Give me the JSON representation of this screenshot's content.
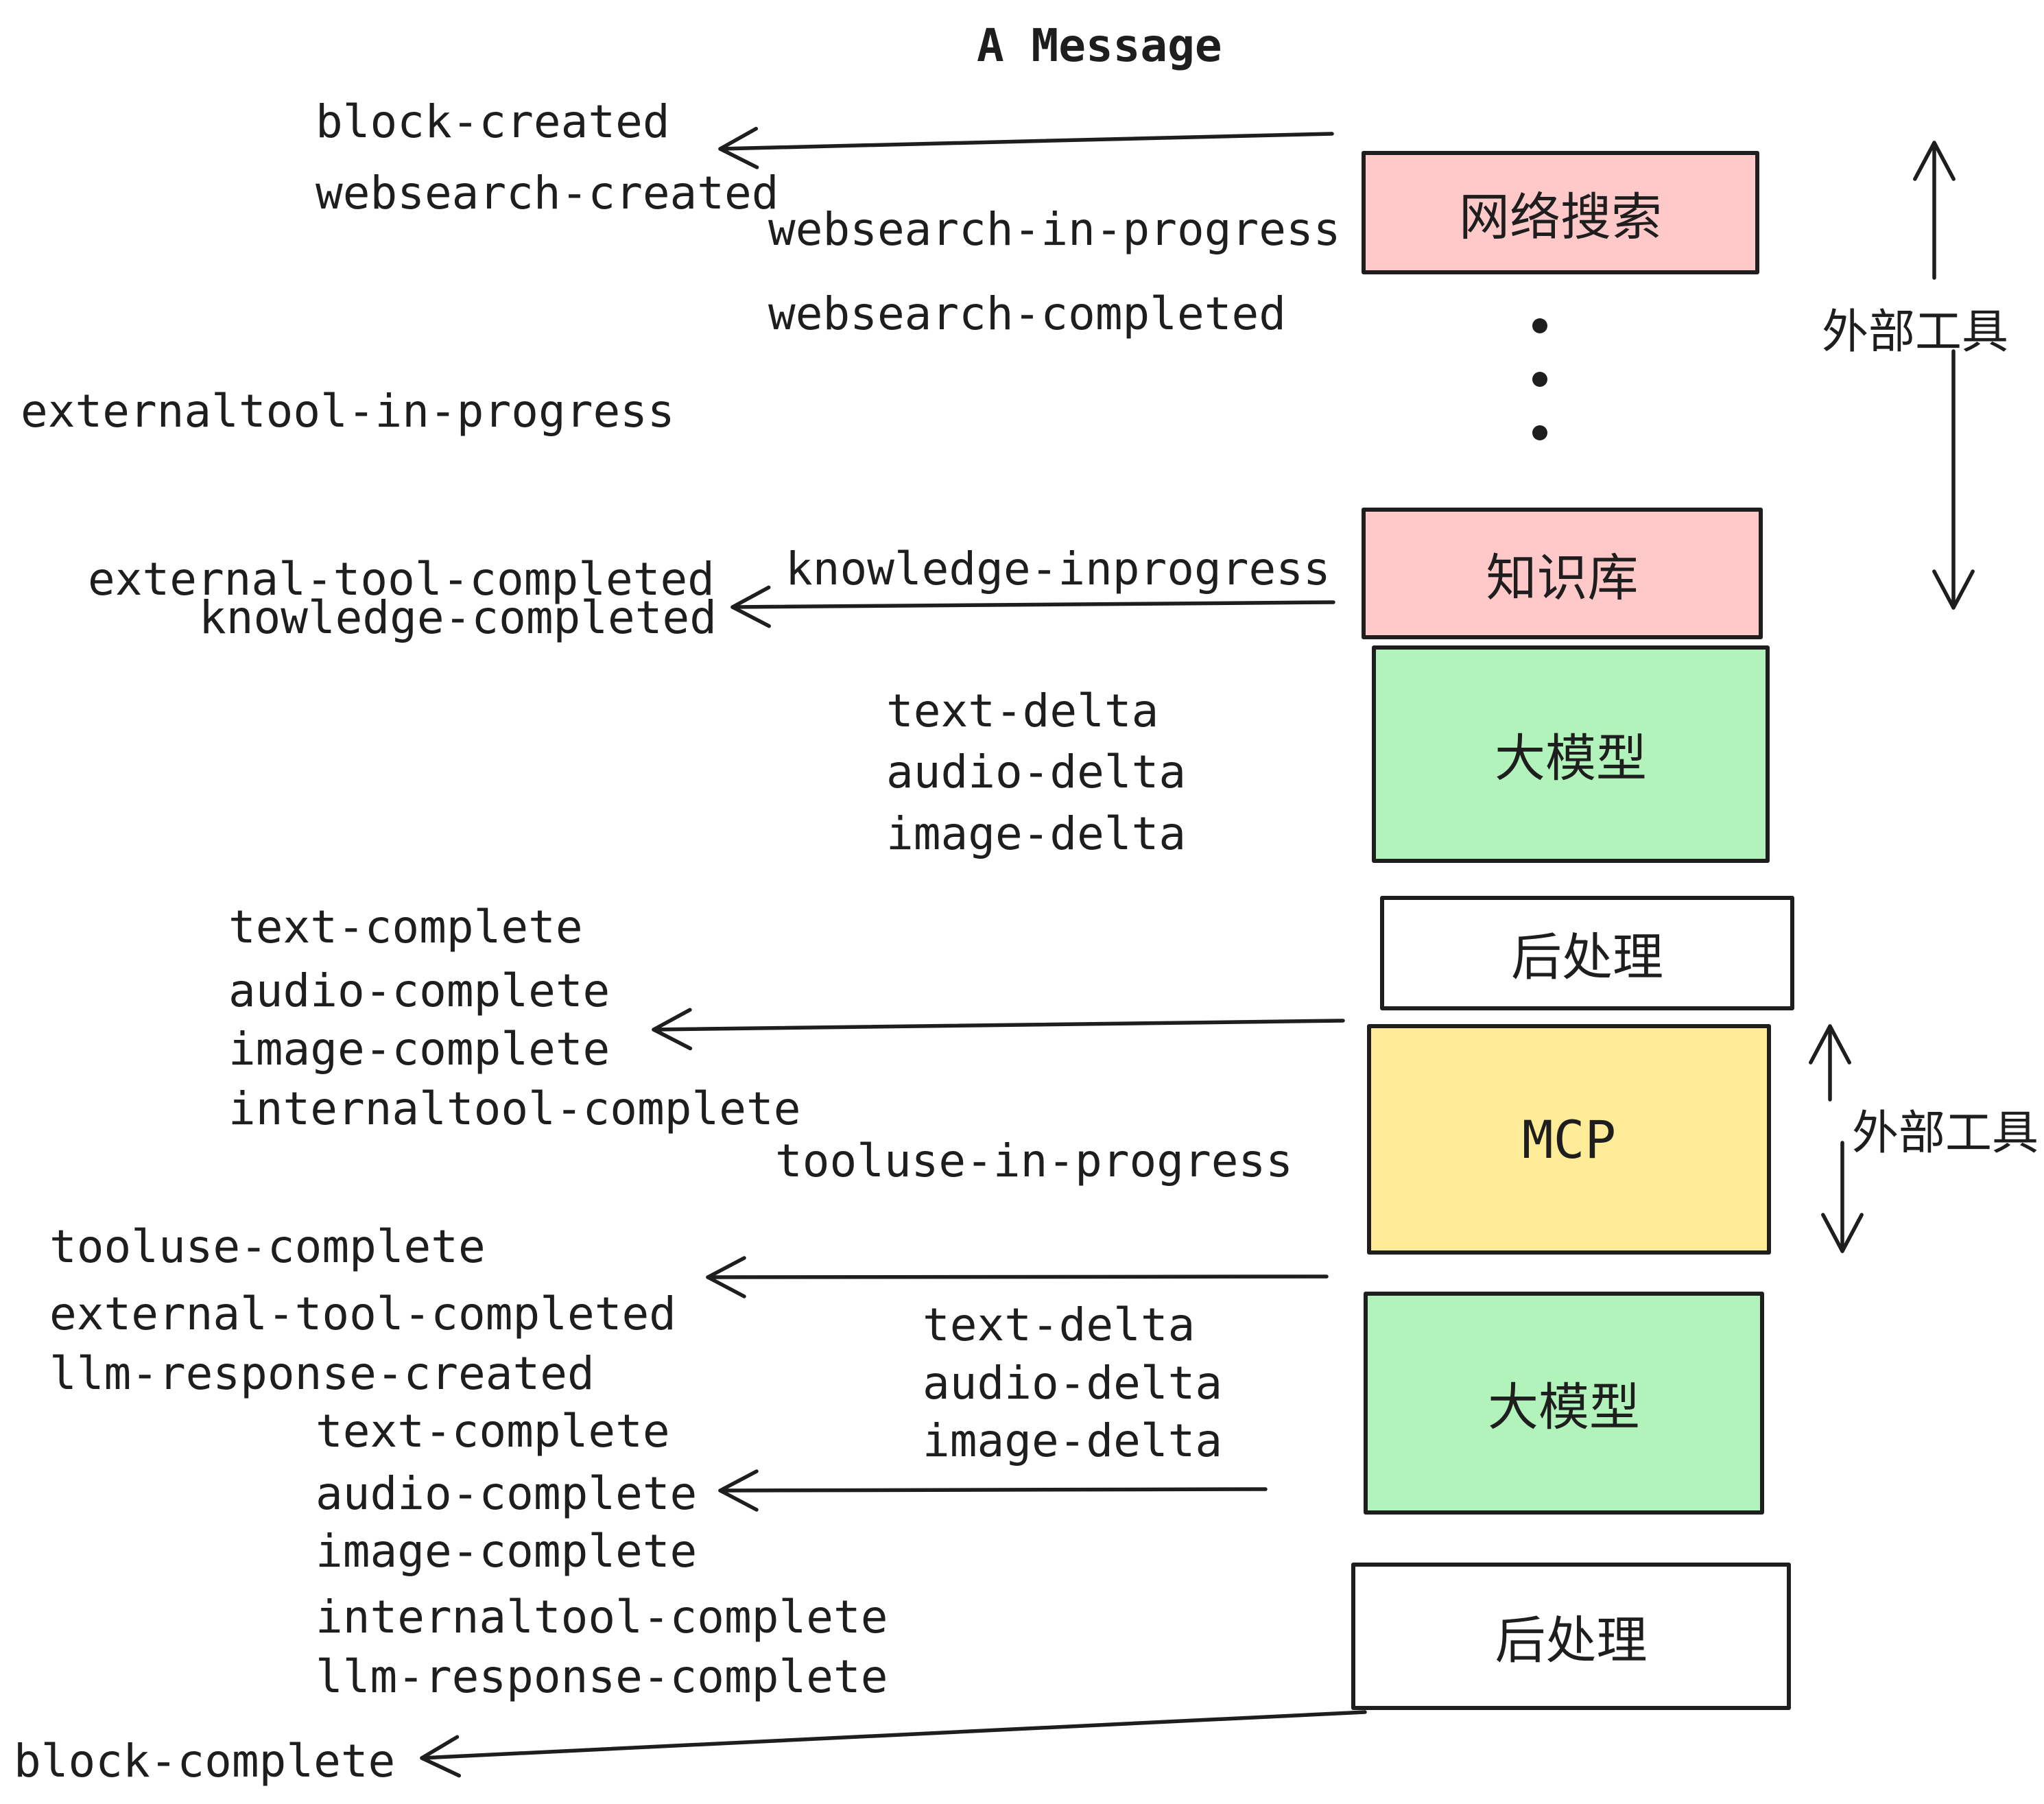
{
  "title": "A Message",
  "events": {
    "block_created": "block-created",
    "websearch_created": "websearch-created",
    "websearch_in_progress": "websearch-in-progress",
    "websearch_completed": "websearch-completed",
    "externaltool_in_progress": "externaltool-in-progress",
    "knowledge_inprogress": "knowledge-inprogress",
    "external_tool_completed_1": "external-tool-completed",
    "knowledge_completed": "knowledge-completed",
    "text_delta_1": "text-delta",
    "audio_delta_1": "audio-delta",
    "image_delta_1": "image-delta",
    "text_complete_1": "text-complete",
    "audio_complete_1": "audio-complete",
    "image_complete_1": "image-complete",
    "internaltool_complete_1": "internaltool-complete",
    "tooluse_in_progress": "tooluse-in-progress",
    "tooluse_complete": "tooluse-complete",
    "external_tool_completed_2": "external-tool-completed",
    "llm_response_created": "llm-response-created",
    "text_complete_2": "text-complete",
    "audio_complete_2": "audio-complete",
    "text_delta_2": "text-delta",
    "audio_delta_2": "audio-delta",
    "image_delta_2": "image-delta",
    "image_complete_2": "image-complete",
    "internaltool_complete_2": "internaltool-complete",
    "llm_response_complete": "llm-response-complete",
    "block_complete": "block-complete"
  },
  "boxes": {
    "websearch": {
      "label": "网络搜索",
      "fill": "#ffc9c9"
    },
    "knowledge": {
      "label": "知识库",
      "fill": "#ffc9c9"
    },
    "llm1": {
      "label": "大模型",
      "fill": "#b2f2bb"
    },
    "post1": {
      "label": "后处理",
      "fill": "#ffffff"
    },
    "mcp": {
      "label": "MCP",
      "fill": "#ffec99"
    },
    "llm2": {
      "label": "大模型",
      "fill": "#b2f2bb"
    },
    "post2": {
      "label": "后处理",
      "fill": "#ffffff"
    }
  },
  "annotations": {
    "external_tools_top": "外部工具",
    "external_tools_mid": "外部工具"
  },
  "icons": {
    "ellipsis_dots": 3
  },
  "colors": {
    "ink": "#1e1e1e",
    "pink": "#ffc9c9",
    "green": "#b2f2bb",
    "yellow": "#ffec99",
    "white": "#ffffff"
  }
}
